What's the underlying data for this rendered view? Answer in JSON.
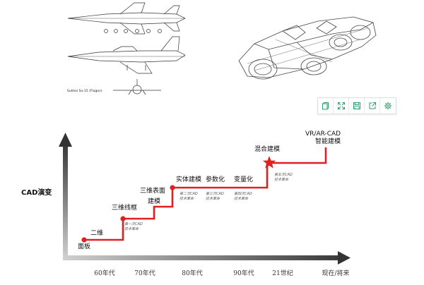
{
  "top_images": {
    "aircraft_caption": "Sukhoi Su-15 (Flagon)"
  },
  "toolbar": {
    "buttons": [
      {
        "icon": "copy-icon"
      },
      {
        "icon": "expand-icon"
      },
      {
        "icon": "save-icon"
      },
      {
        "icon": "share-icon"
      },
      {
        "icon": "settings-icon"
      }
    ],
    "accent": "#2e9e6a"
  },
  "diagram": {
    "y_axis_label": "CAD演变",
    "x_ticks": [
      "60年代",
      "70年代",
      "80年代",
      "90年代",
      "21世纪",
      "现在/将来"
    ],
    "stages": [
      {
        "label": "面板"
      },
      {
        "label": "二维"
      },
      {
        "label": "三维线框"
      },
      {
        "label": "三维表面"
      },
      {
        "label": "建模"
      },
      {
        "label": "实体建模"
      },
      {
        "label": "参数化"
      },
      {
        "label": "变量化"
      },
      {
        "label": "混合建模"
      },
      {
        "label": "VR/AR-CAD"
      },
      {
        "label": "智能建模"
      }
    ],
    "revolutions": [
      {
        "line1": "第一次CAD",
        "line2": "技术革命"
      },
      {
        "line1": "第二次CAD",
        "line2": "技术革命"
      },
      {
        "line1": "第三次CAD",
        "line2": "技术革命"
      },
      {
        "line1": "第四次CAD",
        "line2": "技术革命"
      },
      {
        "line1": "第五次CAD",
        "line2": "技术革命"
      }
    ],
    "line_color": "#e02020",
    "axis_color": "#333333"
  }
}
